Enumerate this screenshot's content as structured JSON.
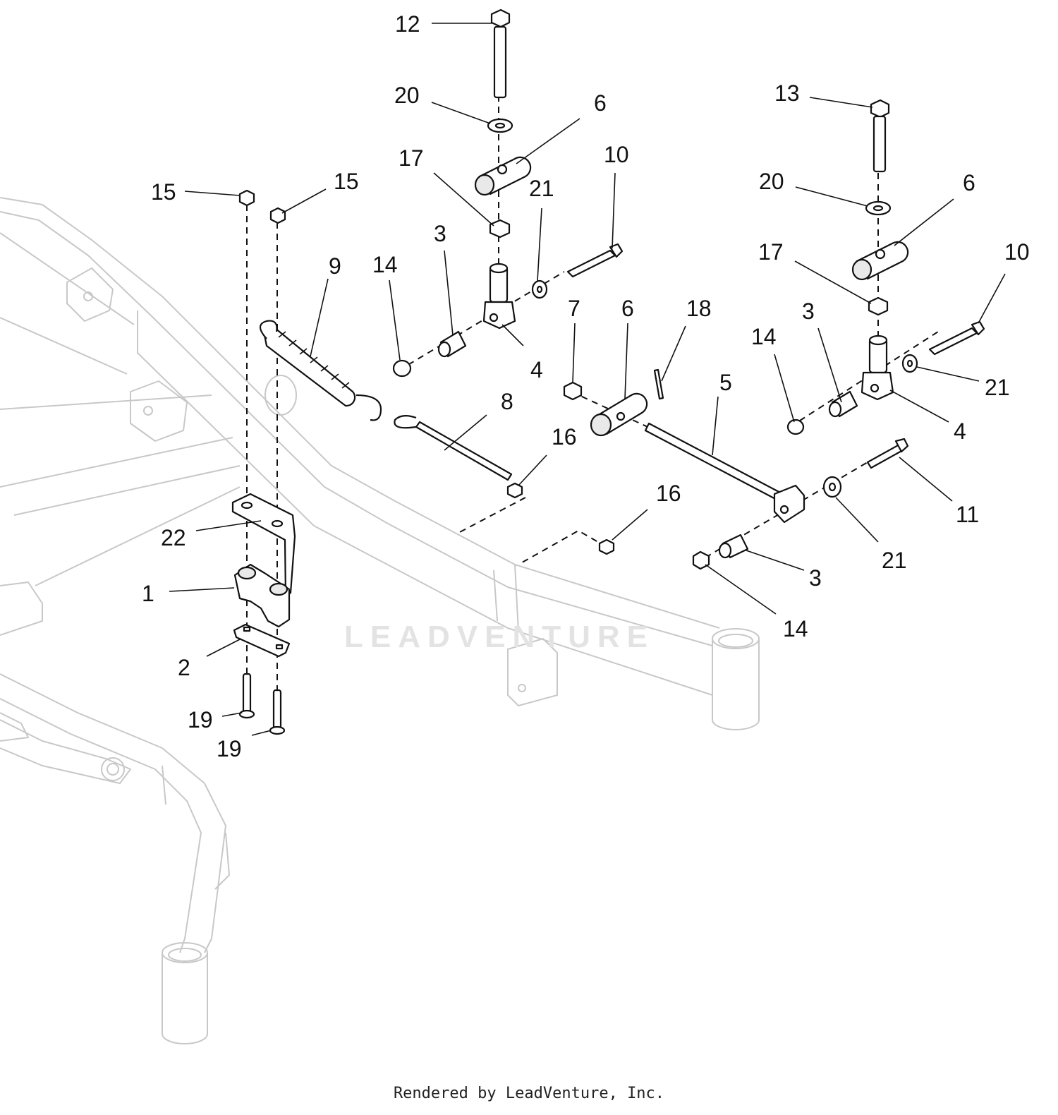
{
  "watermark": "LEADVENTURE",
  "footer": "Rendered by LeadVenture, Inc.",
  "callouts": {
    "c12": "12",
    "c20a": "20",
    "c6a": "6",
    "c17a": "17",
    "c10a": "10",
    "c21a": "21",
    "c15a": "15",
    "c15b": "15",
    "c9": "9",
    "c14a": "14",
    "c3a": "3",
    "c4a": "4",
    "c13": "13",
    "c20b": "20",
    "c6b": "6",
    "c17b": "17",
    "c10b": "10",
    "c7": "7",
    "c6c": "6",
    "c18": "18",
    "c14b": "14",
    "c3b": "3",
    "c5": "5",
    "c21b": "21",
    "c4b": "4",
    "c8": "8",
    "c16a": "16",
    "c11": "11",
    "c16b": "16",
    "c22": "22",
    "c21c": "21",
    "c1": "1",
    "c3c": "3",
    "c14c": "14",
    "c2": "2",
    "c19a": "19",
    "c19b": "19"
  }
}
